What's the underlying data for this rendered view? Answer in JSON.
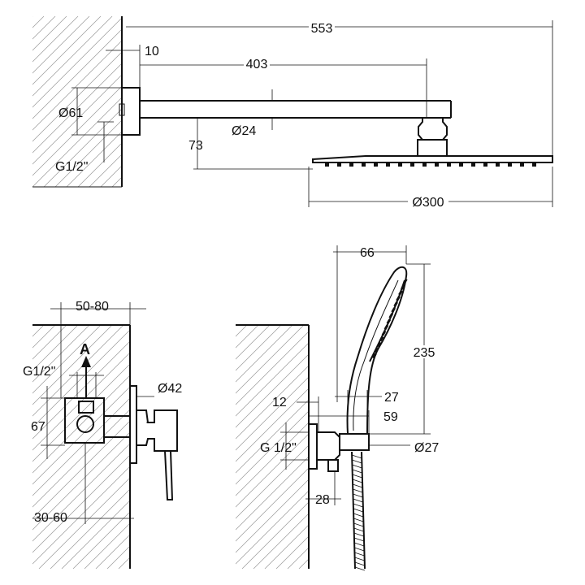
{
  "drawing": {
    "shower_head_view": {
      "overall_width": "553",
      "flange_offset": "10",
      "arm_length": "403",
      "flange_diameter": "Ø61",
      "arm_diameter": "Ø24",
      "head_drop": "73",
      "thread": "G1/2\"",
      "head_diameter": "Ø300"
    },
    "mixer_view": {
      "wall_depth": "50-80",
      "view_marker": "A",
      "thread": "G1/2\"",
      "rosette_diameter": "Ø42",
      "body_height": "67",
      "lever_offset": "30-60"
    },
    "hand_shower_view": {
      "head_width": "66",
      "head_length": "235",
      "wall_offset": "12",
      "holder_offset": "27",
      "holder_depth": "59",
      "thread": "G 1/2\"",
      "outlet_diameter": "Ø27",
      "outlet_offset": "28"
    }
  }
}
